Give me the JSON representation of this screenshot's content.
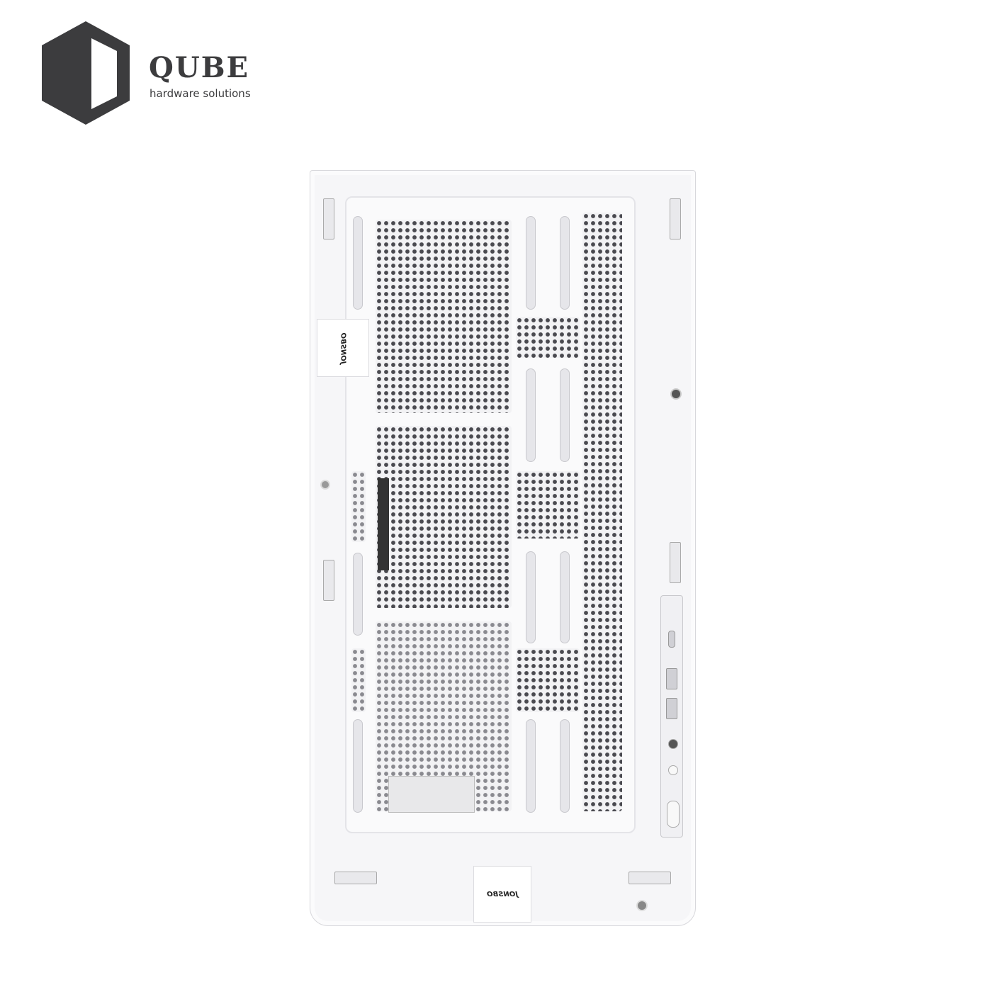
{
  "logo": {
    "name": "QUBE",
    "tagline": "hardware solutions",
    "color": "#3c3c3e"
  },
  "product": {
    "sticker_text": "JONSBO",
    "body_color": "#f6f6f8",
    "mesh_color": "#4a4a50"
  }
}
